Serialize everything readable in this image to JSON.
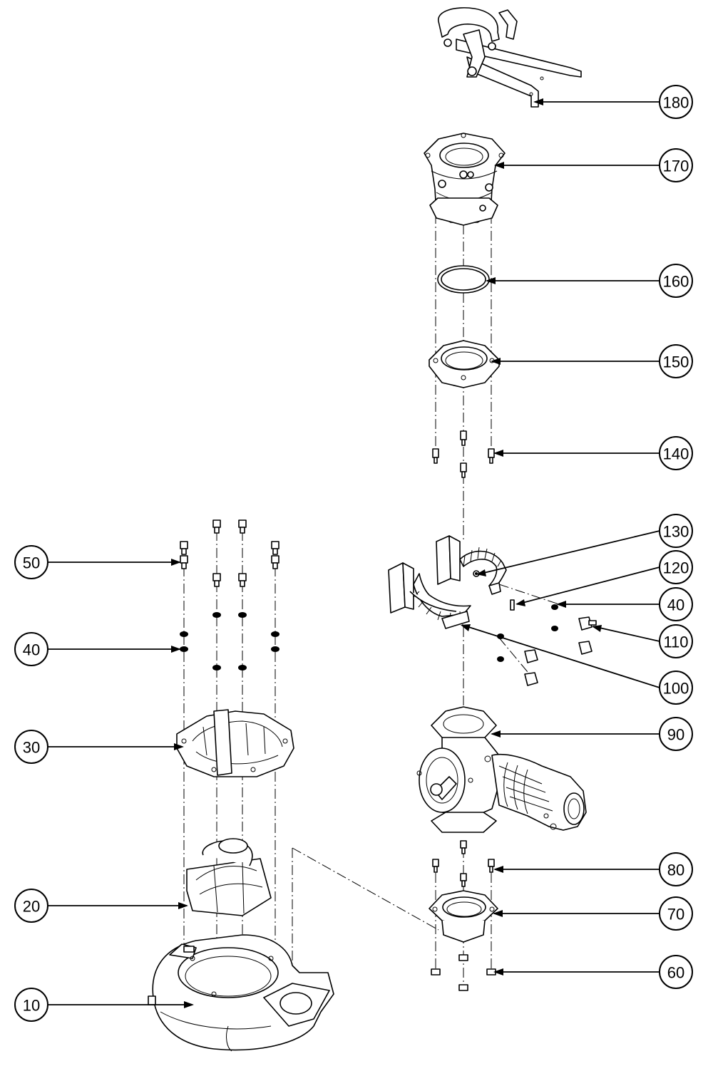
{
  "callouts": [
    {
      "id": "c180",
      "label": "180"
    },
    {
      "id": "c170",
      "label": "170"
    },
    {
      "id": "c160",
      "label": "160"
    },
    {
      "id": "c150",
      "label": "150"
    },
    {
      "id": "c140",
      "label": "140"
    },
    {
      "id": "c130",
      "label": "130"
    },
    {
      "id": "c120",
      "label": "120"
    },
    {
      "id": "c40r",
      "label": "40"
    },
    {
      "id": "c110",
      "label": "110"
    },
    {
      "id": "c100",
      "label": "100"
    },
    {
      "id": "c90",
      "label": "90"
    },
    {
      "id": "c80",
      "label": "80"
    },
    {
      "id": "c70",
      "label": "70"
    },
    {
      "id": "c60",
      "label": "60"
    },
    {
      "id": "c50",
      "label": "50"
    },
    {
      "id": "c40l",
      "label": "40"
    },
    {
      "id": "c30",
      "label": "30"
    },
    {
      "id": "c20",
      "label": "20"
    },
    {
      "id": "c10",
      "label": "10"
    }
  ],
  "colors": {
    "ink": "#000000",
    "paper": "#ffffff"
  }
}
